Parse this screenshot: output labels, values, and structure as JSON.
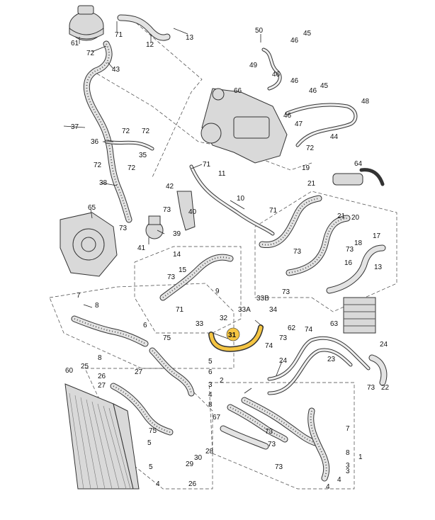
{
  "callouts": [
    {
      "id": "c61",
      "text": "61"
    },
    {
      "id": "c71a",
      "text": "71"
    },
    {
      "id": "c12",
      "text": "12"
    },
    {
      "id": "c13",
      "text": "13"
    },
    {
      "id": "c72a",
      "text": "72"
    },
    {
      "id": "c43",
      "text": "43"
    },
    {
      "id": "c50",
      "text": "50"
    },
    {
      "id": "c46a",
      "text": "46"
    },
    {
      "id": "c45a",
      "text": "45"
    },
    {
      "id": "c49",
      "text": "49"
    },
    {
      "id": "c46b",
      "text": "46"
    },
    {
      "id": "c46c",
      "text": "46"
    },
    {
      "id": "c66",
      "text": "66"
    },
    {
      "id": "c46d",
      "text": "46"
    },
    {
      "id": "c45b",
      "text": "45"
    },
    {
      "id": "c48",
      "text": "48"
    },
    {
      "id": "c46e",
      "text": "46"
    },
    {
      "id": "c47",
      "text": "47"
    },
    {
      "id": "c44",
      "text": "44"
    },
    {
      "id": "c72b",
      "text": "72"
    },
    {
      "id": "c37",
      "text": "37"
    },
    {
      "id": "c72c",
      "text": "72"
    },
    {
      "id": "c72d",
      "text": "72"
    },
    {
      "id": "c36",
      "text": "36"
    },
    {
      "id": "c35",
      "text": "35"
    },
    {
      "id": "c72e",
      "text": "72"
    },
    {
      "id": "c72f",
      "text": "72"
    },
    {
      "id": "c71b",
      "text": "71"
    },
    {
      "id": "c11",
      "text": "11"
    },
    {
      "id": "c19",
      "text": "19"
    },
    {
      "id": "c64",
      "text": "64"
    },
    {
      "id": "c38",
      "text": "38"
    },
    {
      "id": "c42",
      "text": "42"
    },
    {
      "id": "c10",
      "text": "10"
    },
    {
      "id": "c21a",
      "text": "21"
    },
    {
      "id": "c65",
      "text": "65"
    },
    {
      "id": "c73a",
      "text": "73"
    },
    {
      "id": "c40",
      "text": "40"
    },
    {
      "id": "c71c",
      "text": "71"
    },
    {
      "id": "c21b",
      "text": "21"
    },
    {
      "id": "c20",
      "text": "20"
    },
    {
      "id": "c73b",
      "text": "73"
    },
    {
      "id": "c39",
      "text": "39"
    },
    {
      "id": "c17",
      "text": "17"
    },
    {
      "id": "c41",
      "text": "41"
    },
    {
      "id": "c18",
      "text": "18"
    },
    {
      "id": "c73c",
      "text": "73"
    },
    {
      "id": "c73d",
      "text": "73"
    },
    {
      "id": "c14",
      "text": "14"
    },
    {
      "id": "c16",
      "text": "16"
    },
    {
      "id": "c73e",
      "text": "73"
    },
    {
      "id": "c15",
      "text": "15"
    },
    {
      "id": "c13b",
      "text": "13"
    },
    {
      "id": "c9",
      "text": "9"
    },
    {
      "id": "c7a",
      "text": "7"
    },
    {
      "id": "c8a",
      "text": "8"
    },
    {
      "id": "c73f",
      "text": "73"
    },
    {
      "id": "c71d",
      "text": "71"
    },
    {
      "id": "c33B",
      "text": "33B"
    },
    {
      "id": "c32",
      "text": "32"
    },
    {
      "id": "c33A",
      "text": "33A"
    },
    {
      "id": "c34",
      "text": "34"
    },
    {
      "id": "c63",
      "text": "63"
    },
    {
      "id": "c62",
      "text": "62"
    },
    {
      "id": "c74a",
      "text": "74"
    },
    {
      "id": "c6",
      "text": "6"
    },
    {
      "id": "c33",
      "text": "33"
    },
    {
      "id": "c31",
      "text": "31"
    },
    {
      "id": "c73g",
      "text": "73"
    },
    {
      "id": "c75a",
      "text": "75"
    },
    {
      "id": "c74b",
      "text": "74"
    },
    {
      "id": "c24",
      "text": "24"
    },
    {
      "id": "c8b",
      "text": "8"
    },
    {
      "id": "c23",
      "text": "23"
    },
    {
      "id": "c25",
      "text": "25"
    },
    {
      "id": "c26a",
      "text": "26"
    },
    {
      "id": "c27a",
      "text": "27"
    },
    {
      "id": "c5a",
      "text": "5"
    },
    {
      "id": "c6b",
      "text": "6"
    },
    {
      "id": "c60",
      "text": "60"
    },
    {
      "id": "c27b",
      "text": "27"
    },
    {
      "id": "c2",
      "text": "2"
    },
    {
      "id": "c3a",
      "text": "3"
    },
    {
      "id": "c4a",
      "text": "4"
    },
    {
      "id": "c8c",
      "text": "8"
    },
    {
      "id": "c24b",
      "text": "24"
    },
    {
      "id": "c73h",
      "text": "73"
    },
    {
      "id": "c22",
      "text": "22"
    },
    {
      "id": "c67",
      "text": "67"
    },
    {
      "id": "c73i",
      "text": "73"
    },
    {
      "id": "c7b",
      "text": "7"
    },
    {
      "id": "c75b",
      "text": "75"
    },
    {
      "id": "c5b",
      "text": "5"
    },
    {
      "id": "c73j",
      "text": "73"
    },
    {
      "id": "c28",
      "text": "28"
    },
    {
      "id": "c30",
      "text": "30"
    },
    {
      "id": "c29",
      "text": "29"
    },
    {
      "id": "c8d",
      "text": "8"
    },
    {
      "id": "c1",
      "text": "1"
    },
    {
      "id": "c3b",
      "text": "3"
    },
    {
      "id": "c73k",
      "text": "73"
    },
    {
      "id": "c5c",
      "text": "5"
    },
    {
      "id": "c4b",
      "text": "4"
    },
    {
      "id": "c4c",
      "text": "4"
    },
    {
      "id": "c26b",
      "text": "26"
    },
    {
      "id": "c3c",
      "text": "3"
    },
    {
      "id": "c4d",
      "text": "4"
    }
  ],
  "highlight": {
    "text": "31",
    "color": "#f5c542"
  }
}
